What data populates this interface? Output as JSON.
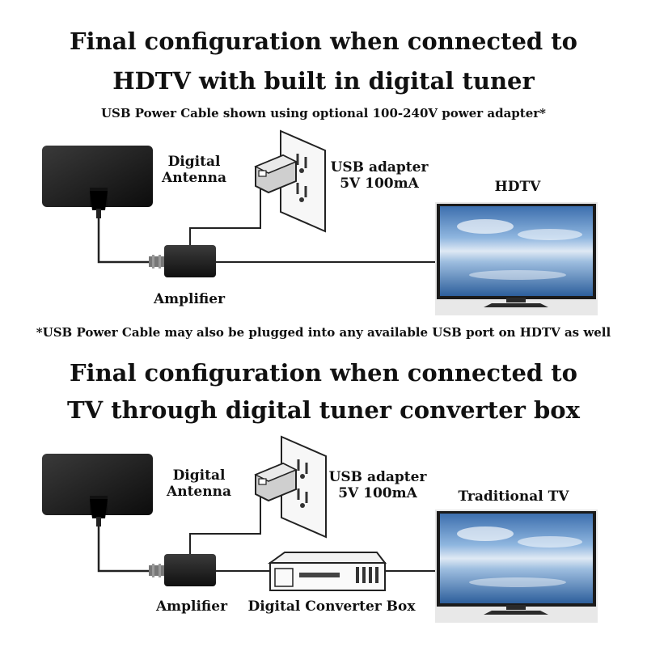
{
  "top_section": {
    "title_line1": "Final configuration when connected to",
    "title_line2": "HDTV with built in digital tuner",
    "subtitle": "USB Power Cable shown using optional 100-240V power adapter*",
    "antenna_label_line1": "Digital",
    "antenna_label_line2": "Antenna",
    "usb_label_line1": "USB adapter",
    "usb_label_line2": "5V 100mA",
    "tv_label": "HDTV",
    "amplifier_label": "Amplifier",
    "footnote": "*USB Power Cable may also be plugged into any available USB port on HDTV as well"
  },
  "bottom_section": {
    "title_line1": "Final configuration when connected to",
    "title_line2": "TV through digital tuner converter box",
    "antenna_label_line1": "Digital",
    "antenna_label_line2": "Antenna",
    "usb_label_line1": "USB adapter",
    "usb_label_line2": "5V 100mA",
    "tv_label": "Traditional TV",
    "amplifier_label": "Amplifier",
    "converter_label": "Digital Converter Box"
  }
}
